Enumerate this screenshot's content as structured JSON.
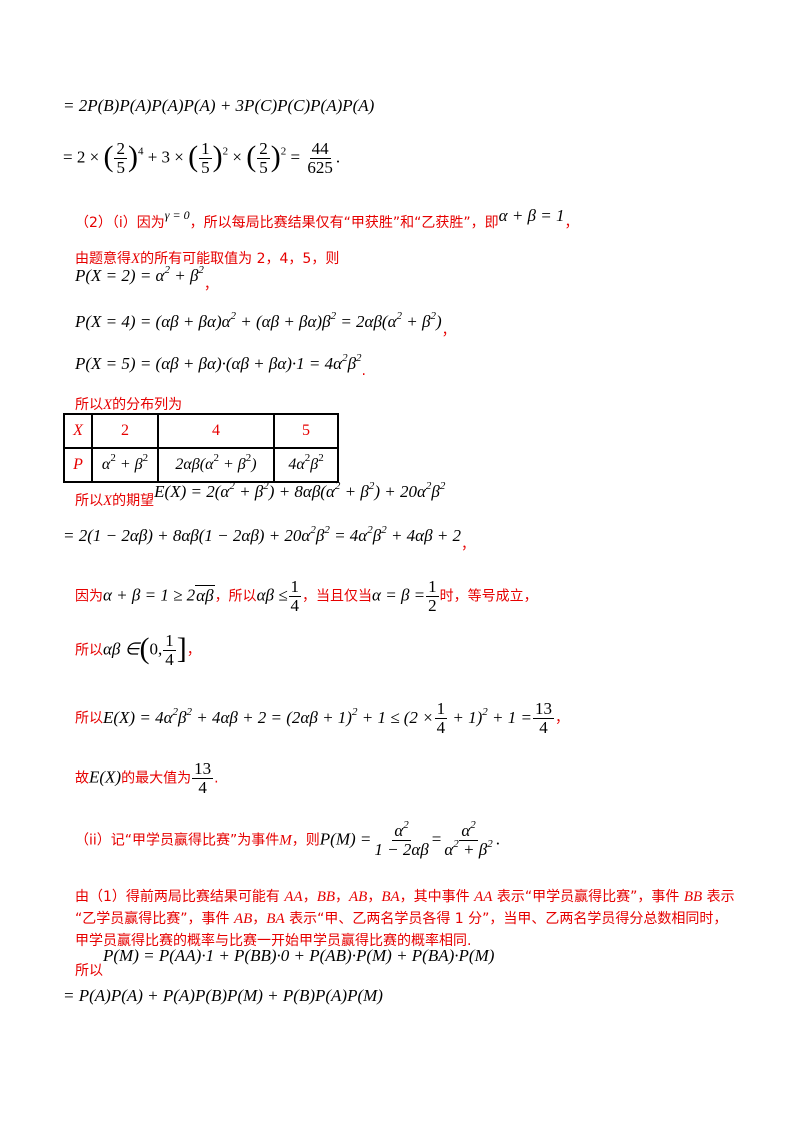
{
  "l1": "= 2P(B)P(A)P(A)P(A) + 3P(C)P(C)P(A)P(A)",
  "l2": {
    "a": "= 2 ×",
    "f1n": "2",
    "f1d": "5",
    "e1": "4",
    "b": "+ 3 ×",
    "f2n": "1",
    "f2d": "5",
    "e2": "2",
    "c": "×",
    "f3n": "2",
    "f3d": "5",
    "e3": "2",
    "eq": "=",
    "rn": "44",
    "rd": "625",
    "end": "."
  },
  "l3": {
    "a": "（2）（i）因为",
    "cond": "γ = 0",
    "b": "，所以每局比赛结果仅有“甲获胜”和“乙获胜”，即",
    "eq": "α + β = 1",
    "c": "，"
  },
  "l4": {
    "a": "由题意得",
    "x": "X",
    "b": "的所有可能取值为 2，4，5，则"
  },
  "l5": {
    "eq": "P(X = 2) = α",
    "e": "2",
    "rest": " + β",
    "e2": "2",
    "end": "，"
  },
  "l6": {
    "eq": "P(X = 4) = (αβ + βα)α",
    "e1": "2",
    "b": " + (αβ + βα)β",
    "e2": "2",
    "c": " = 2αβ(α",
    "e3": "2",
    "d": " + β",
    "e4": "2",
    "f": ")",
    "end": "，"
  },
  "l7": {
    "eq": "P(X = 5) = (αβ + βα)·(αβ + βα)·1 = 4α",
    "e1": "2",
    "b": "β",
    "e2": "2",
    "end": "."
  },
  "l8": {
    "a": "所以",
    "x": "X",
    "b": "的分布列为"
  },
  "table": {
    "h1": "X",
    "h2": "2",
    "h3": "4",
    "h4": "5",
    "r1": "P",
    "c2a": "α",
    "c2e1": "2",
    "c2b": " + β",
    "c2e2": "2",
    "c3a": "2αβ(α",
    "c3e1": "2",
    "c3b": " + β",
    "c3e2": "2",
    "c3c": ")",
    "c4a": "4α",
    "c4e1": "2",
    "c4b": "β",
    "c4e2": "2"
  },
  "l9": {
    "a": "所以",
    "x": "X",
    "b": "的期望",
    "eq": "E(X) = 2(α",
    "e1": "2",
    "c": " + β",
    "e2": "2",
    "d": ") + 8αβ(α",
    "e3": "2",
    "f": " + β",
    "e4": "2",
    "g": ") + 20α",
    "e5": "2",
    "h": "β",
    "e6": "2"
  },
  "l10": {
    "eq": "= 2(1 − 2αβ) + 8αβ(1 − 2αβ) + 20α",
    "e1": "2",
    "b": "β",
    "e2": "2",
    "c": " = 4α",
    "e3": "2",
    "d": "β",
    "e4": "2",
    "f": " + 4αβ + 2",
    "end": "，"
  },
  "l11": {
    "a": "因为",
    "eq1": "α + β = 1 ≥ 2",
    "rad": "αβ",
    "b": "，所以",
    "eq2": "αβ ≤",
    "fn": "1",
    "fd": "4",
    "c": "，当且仅当",
    "eq3": "α = β =",
    "gn": "1",
    "gd": "2",
    "d": "时，等号成立，"
  },
  "l12": {
    "a": "所以",
    "eq": "αβ ∈",
    "lb": "(",
    "v0": "0,",
    "fn": "1",
    "fd": "4",
    "rb": "]",
    "end": "，"
  },
  "l13": {
    "a": "所以",
    "eq": "E(X) = 4α",
    "e1": "2",
    "b": "β",
    "e2": "2",
    "c": " + 4αβ + 2 = (2αβ + 1)",
    "e3": "2",
    "d": " + 1 ≤ (2 ×",
    "fn": "1",
    "fd": "4",
    "f": " + 1)",
    "e4": "2",
    "g": " + 1 =",
    "rn": "13",
    "rd": "4",
    "end": "，"
  },
  "l14": {
    "a": "故",
    "eq": "E(X)",
    "b": "的最大值为",
    "fn": "13",
    "fd": "4",
    "end": "."
  },
  "l15": {
    "a": "（ii）记“甲学员赢得比赛”为事件",
    "m": "M",
    "b": "，则",
    "eq": "P(M) =",
    "f1n": "α",
    "f1ne": "2",
    "f1d": "1 − 2αβ",
    "eq2": "=",
    "f2n": "α",
    "f2ne": "2",
    "f2da": "α",
    "f2de1": "2",
    "f2db": " + β",
    "f2de2": "2",
    "end": "."
  },
  "p16": {
    "line1a": "由（1）得前两局比赛结果可能有 ",
    "aa": "AA",
    "s1": "，",
    "bb": "BB",
    "s2": "，",
    "ab": "AB",
    "s3": "，",
    "ba": "BA",
    "line1b": "，其中事件 ",
    "aa2": "AA",
    "line1c": " 表示“甲学员赢得比赛”，事件 ",
    "bb2": "BB",
    "line1d": " 表示",
    "line2a": "“乙学员赢得比赛”，事件 ",
    "ab2": "AB",
    "s4": "，",
    "ba2": "BA",
    "line2b": " 表示“甲、乙两名学员各得 1 分”，当甲、乙两名学员得分总数相同时，",
    "line3": "甲学员赢得比赛的概率与比赛一开始甲学员赢得比赛的概率相同."
  },
  "l17": {
    "a": "所以",
    "eq": "P(M) = P(AA)·1 + P(BB)·0 + P(AB)·P(M) + P(BA)·P(M)"
  },
  "l18": {
    "eq": "= P(A)P(A) + P(A)P(B)P(M) + P(B)P(A)P(M)"
  }
}
